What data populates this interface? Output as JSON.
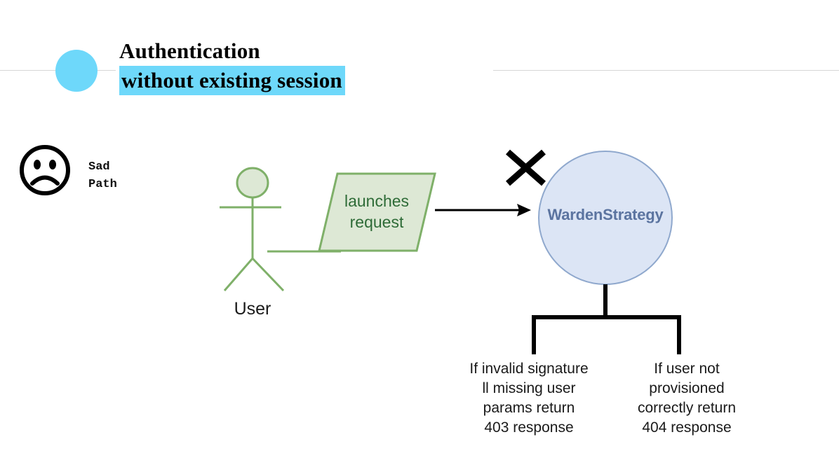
{
  "header": {
    "title_line_1": "Authentication",
    "title_line_2": "without existing session",
    "highlight_color": "#6ed8fa",
    "dot_color": "#6ed8fa",
    "rule_color": "#d6d6d6"
  },
  "badge": {
    "icon": "sad-face-icon",
    "label_line_1": "Sad",
    "label_line_2": "Path",
    "label_full": "Sad Path"
  },
  "diagram": {
    "actor": {
      "label": "User",
      "stroke_color": "#7fb069",
      "fill_color": "#dde8d5"
    },
    "action": {
      "line_1": "launches",
      "line_2": "request",
      "shape": "parallelogram",
      "fill_color": "#dde8d5",
      "stroke_color": "#7fb069",
      "text_color": "#2e6b37"
    },
    "arrow": {
      "name": "flow-arrow",
      "color": "#000000"
    },
    "blocker": {
      "name": "x-mark",
      "color": "#000000"
    },
    "node": {
      "label": "WardenStrategy",
      "shape": "circle",
      "fill_color": "#dce5f5",
      "stroke_color": "#8fa8cd",
      "text_color": "#5b74a0"
    },
    "branches": [
      {
        "name": "branch-403",
        "lines": [
          "If invalid signature",
          "ll missing user",
          "params return",
          "403 response"
        ]
      },
      {
        "name": "branch-404",
        "lines": [
          "If user not",
          "provisioned",
          "correctly return",
          "404 response"
        ]
      }
    ]
  }
}
